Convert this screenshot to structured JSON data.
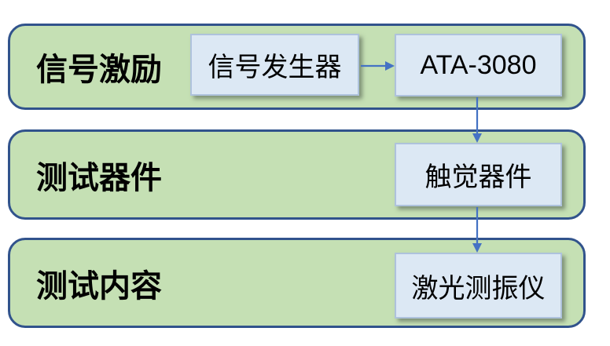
{
  "diagram": {
    "bands": [
      {
        "label": "信号激励"
      },
      {
        "label": "测试器件"
      },
      {
        "label": "测试内容"
      }
    ],
    "nodes": [
      {
        "id": "signal-generator",
        "label": "信号发生器",
        "band": "信号激励"
      },
      {
        "id": "ata-3080",
        "label": "ATA-3080",
        "band": "信号激励"
      },
      {
        "id": "tactile-device",
        "label": "触觉器件",
        "band": "测试器件"
      },
      {
        "id": "laser-vibrometer",
        "label": "激光测振仪",
        "band": "测试内容"
      }
    ],
    "edges": [
      {
        "from": "信号发生器",
        "to": "ATA-3080",
        "direction": "right"
      },
      {
        "from": "ATA-3080",
        "to": "触觉器件",
        "direction": "down"
      },
      {
        "from": "触觉器件",
        "to": "激光测振仪",
        "direction": "down"
      }
    ],
    "colors": {
      "band_fill": "#c5e0b4",
      "band_border": "#31538c",
      "node_fill": "#dce8f4",
      "node_border": "#aec2dc",
      "arrow": "#4472c4",
      "text": "#000000",
      "background": "#ffffff"
    }
  }
}
